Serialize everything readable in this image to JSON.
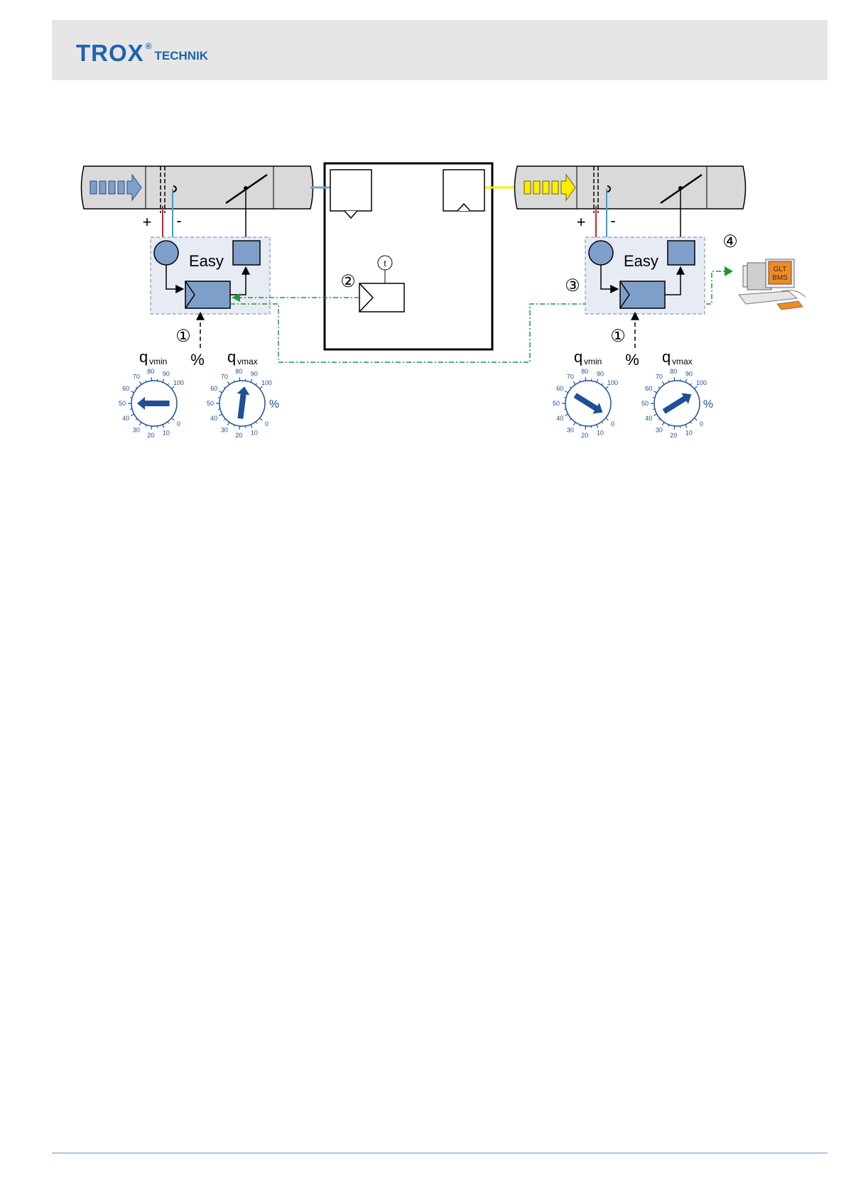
{
  "header": {
    "brand": "TROX",
    "registered": "®",
    "subtitle": "TECHNIK"
  },
  "diagram": {
    "easy_label": "Easy",
    "plus": "+",
    "minus": "-",
    "timer_label": "t",
    "bms_line1": "GLT",
    "bms_line2": "BMS",
    "markers": {
      "one": "①",
      "two": "②",
      "three": "③",
      "four": "④"
    },
    "dial_labels": {
      "q": "q",
      "vmin": "vmin",
      "vmax": "vmax",
      "percent": "%"
    },
    "dial_scale": [
      "0",
      "10",
      "20",
      "30",
      "40",
      "50",
      "60",
      "70",
      "80",
      "90",
      "100"
    ],
    "colors": {
      "duct_fill": "#d9d9d9",
      "controller_fill": "#7f9fcb",
      "zone_fill": "#e7ebf4",
      "signal_green": "#1c9a3a",
      "supply_arrow": "#7f9fcb",
      "exhaust_arrow": "#ffed00",
      "dial_arrow": "#1f4f96",
      "bms_orange": "#f08a24"
    }
  }
}
